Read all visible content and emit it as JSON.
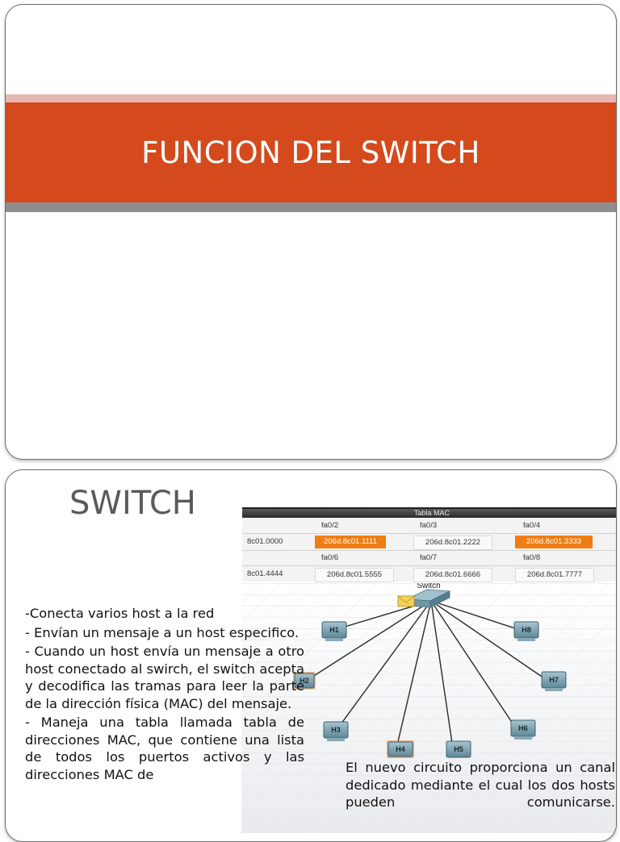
{
  "slide1": {
    "title": "FUNCION DEL SWITCH"
  },
  "slide2": {
    "title": "SWITCH",
    "bullets": [
      "-Conecta varios host a la red",
      "- Envían un mensaje a un host especifico.",
      "- Cuando un host envía un mensaje a otro host conectado al swirch, el switch acepta y decodifica las tramas para leer la parte de la dirección física (MAC) del mensaje.",
      "- Maneja una tabla llamada tabla de direcciones MAC, que contiene una lista de todos los puertos activos y las direcciones MAC de"
    ],
    "caption": "El nuevo circuito proporciona un canal dedicado mediante el cual los dos hosts pueden comunicarse."
  },
  "mac_table": {
    "title": "Tabla MAC",
    "row1_ports": [
      "fa0/2",
      "fa0/3",
      "fa0/4"
    ],
    "row1_macs": [
      "8c01.0000",
      "206d.8c01.1111",
      "206d.8c01.2222",
      "206d.8c01.3333"
    ],
    "row2_ports": [
      "fa0/6",
      "fa0/7",
      "fa0/8"
    ],
    "row2_macs": [
      "8c01.4444",
      "206d.8c01.5555",
      "206d.8c01.6666",
      "206d.8c01.7777"
    ]
  },
  "diagram": {
    "switch_label": "Switch",
    "hosts": [
      "H1",
      "H2",
      "H3",
      "H4",
      "H5",
      "H6",
      "H7",
      "H8"
    ]
  },
  "colors": {
    "band": "#d44a1c",
    "highlight": "#f07d12"
  }
}
